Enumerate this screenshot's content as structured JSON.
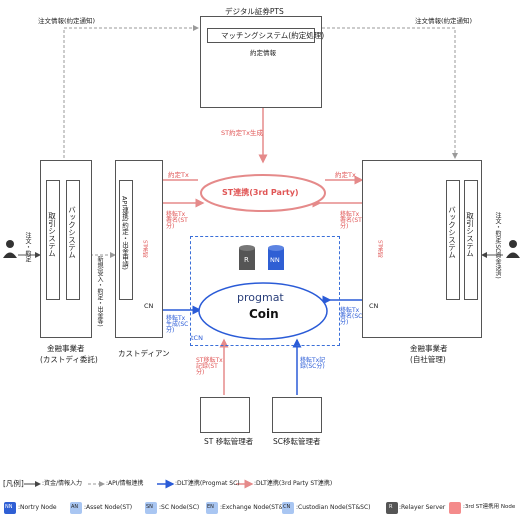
{
  "top": {
    "pts_title": "デジタル証券PTS",
    "matching": "マッチングシステム(約定処理)",
    "contract_info": "約定情報",
    "st_contract_tx": "ST約定Tx生成",
    "left_order_info": "注文情報(約定通知)",
    "right_order_info": "注文情報(約定通知)"
  },
  "left_investor": {
    "order": "注文・約定",
    "trade_system": "取引システム",
    "back_system": "バックシステム",
    "caption_line1": "金融事業者",
    "caption_line2": "(カストディ委託)"
  },
  "custodian": {
    "api": "API連携(約定・出金申請)",
    "side_note": "新規(受入・約定・出金等)",
    "caption": "カストディアン"
  },
  "center": {
    "st_connect": "ST連携(3rd Party)",
    "progmat_line1": "progmat",
    "progmat_line2": "Coin",
    "ccn_label": "tCN",
    "contract_tx_left": "約定Tx",
    "contract_tx_right": "約定Tx",
    "sign_tx_left": "移転Tx署名(ST分)",
    "sign_tx_right": "移転Tx署名(ST分)",
    "sign_tx_center_left": "移転Tx生成(SC分)",
    "sign_tx_center_right": "移転Tx署名(SC分)",
    "st_tx_left": "ST移転Tx記録(ST分)",
    "sc_tx_right": "移転Tx記録(SC分)",
    "bottom_left_box": "ST 移転管理者",
    "bottom_right_box": "SC移転管理者",
    "node_r": "R",
    "node_nn": "NN",
    "node_cn": "CN",
    "node_sn": "SN",
    "vert_left": "ST承認",
    "vert_right": "ST承認"
  },
  "right_investor": {
    "order": "注文・約定(SC資金決済)",
    "trade_system": "取引システム",
    "back_system": "バックシステム",
    "caption_line1": "金融事業者",
    "caption_line2": "(自社管理)"
  },
  "legend": {
    "title": "[凡例]",
    "l1": ":資金/情報入力",
    "l2": ":API/情報連携",
    "l3": ":DLT連携(Progmat SC)",
    "l4": ":DLT連携(3rd Party ST連携)",
    "n1": ":Nortry Node",
    "n2": ":Asset Node(ST)",
    "n3": ":SC Node(SC)",
    "n4": ":Exchange Node(ST&SC)",
    "n5": ":Custodian Node(ST&SC)",
    "n6": ":Relayer Server",
    "n7": ":3rd ST連携用 Node",
    "a_nn": "NN",
    "a_an": "AN",
    "a_sn": "SN",
    "a_en": "EN",
    "a_cn": "CN",
    "a_r": "R"
  }
}
